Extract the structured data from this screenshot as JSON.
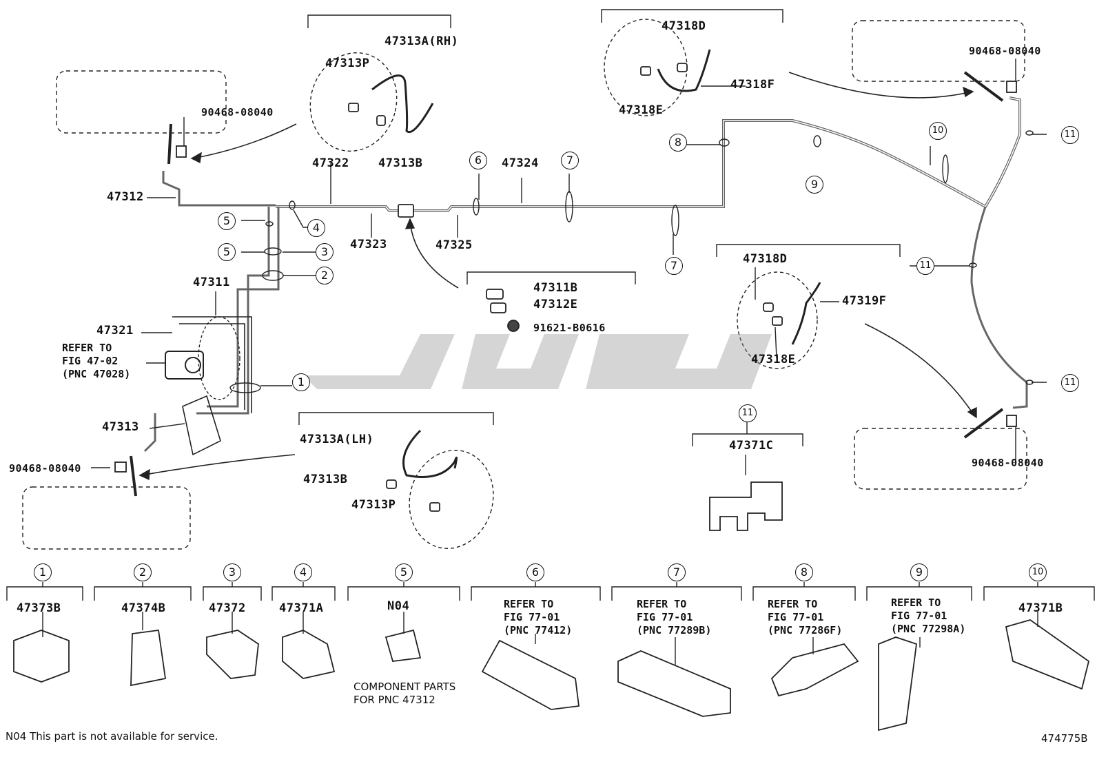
{
  "labels": {
    "p47313a_rh": "47313A(RH)",
    "p47313p_top": "47313P",
    "p47313b_top": "47313B",
    "p47322": "47322",
    "p47312": "47312",
    "p90468_tl": "90468-08040",
    "p47318d_top": "47318D",
    "p47318f": "47318F",
    "p47318e_top": "47318E",
    "p90468_tr": "90468-08040",
    "p47324": "47324",
    "p47323": "47323",
    "p47325": "47325",
    "p47311": "47311",
    "p47321": "47321",
    "refer_4702": "REFER TO\nFIG 47-02\n(PNC 47028)",
    "p47313": "47313",
    "p90468_bl": "90468-08040",
    "p47311b": "47311B",
    "p47312e": "47312E",
    "p91621": "91621-B0616",
    "p47313a_lh": "47313A(LH)",
    "p47313b_bot": "47313B",
    "p47313p_bot": "47313P",
    "p47318d_mid": "47318D",
    "p47319f": "47319F",
    "p47318e_mid": "47318E",
    "p47371c": "47371C",
    "p90468_br": "90468-08040"
  },
  "callouts": {
    "c1": "1",
    "c2": "2",
    "c3": "3",
    "c4": "4",
    "c5a": "5",
    "c5b": "5",
    "c6": "6",
    "c7a": "7",
    "c7b": "7",
    "c8": "8",
    "c9": "9",
    "c10": "10",
    "c11a": "11",
    "c11b": "11",
    "c11c": "11",
    "c11d": "11"
  },
  "components": [
    {
      "num": "1",
      "label": "47373B"
    },
    {
      "num": "2",
      "label": "47374B"
    },
    {
      "num": "3",
      "label": "47372"
    },
    {
      "num": "4",
      "label": "47371A"
    },
    {
      "num": "5",
      "label": "N04"
    },
    {
      "num": "6",
      "label": "REFER TO\nFIG 77-01\n(PNC 77412)"
    },
    {
      "num": "7",
      "label": "REFER TO\nFIG 77-01\n(PNC 77289B)"
    },
    {
      "num": "8",
      "label": "REFER TO\nFIG 77-01\n(PNC 77286F)"
    },
    {
      "num": "9",
      "label": "REFER TO\nFIG 77-01\n(PNC 77298A)"
    },
    {
      "num": "10",
      "label": "47371B"
    }
  ],
  "clip11": {
    "num": "11"
  },
  "notes": {
    "component_parts": "COMPONENT PARTS\nFOR PNC 47312",
    "n04_note": "N04 This part is not available for service.",
    "figure_id": "474775B"
  }
}
